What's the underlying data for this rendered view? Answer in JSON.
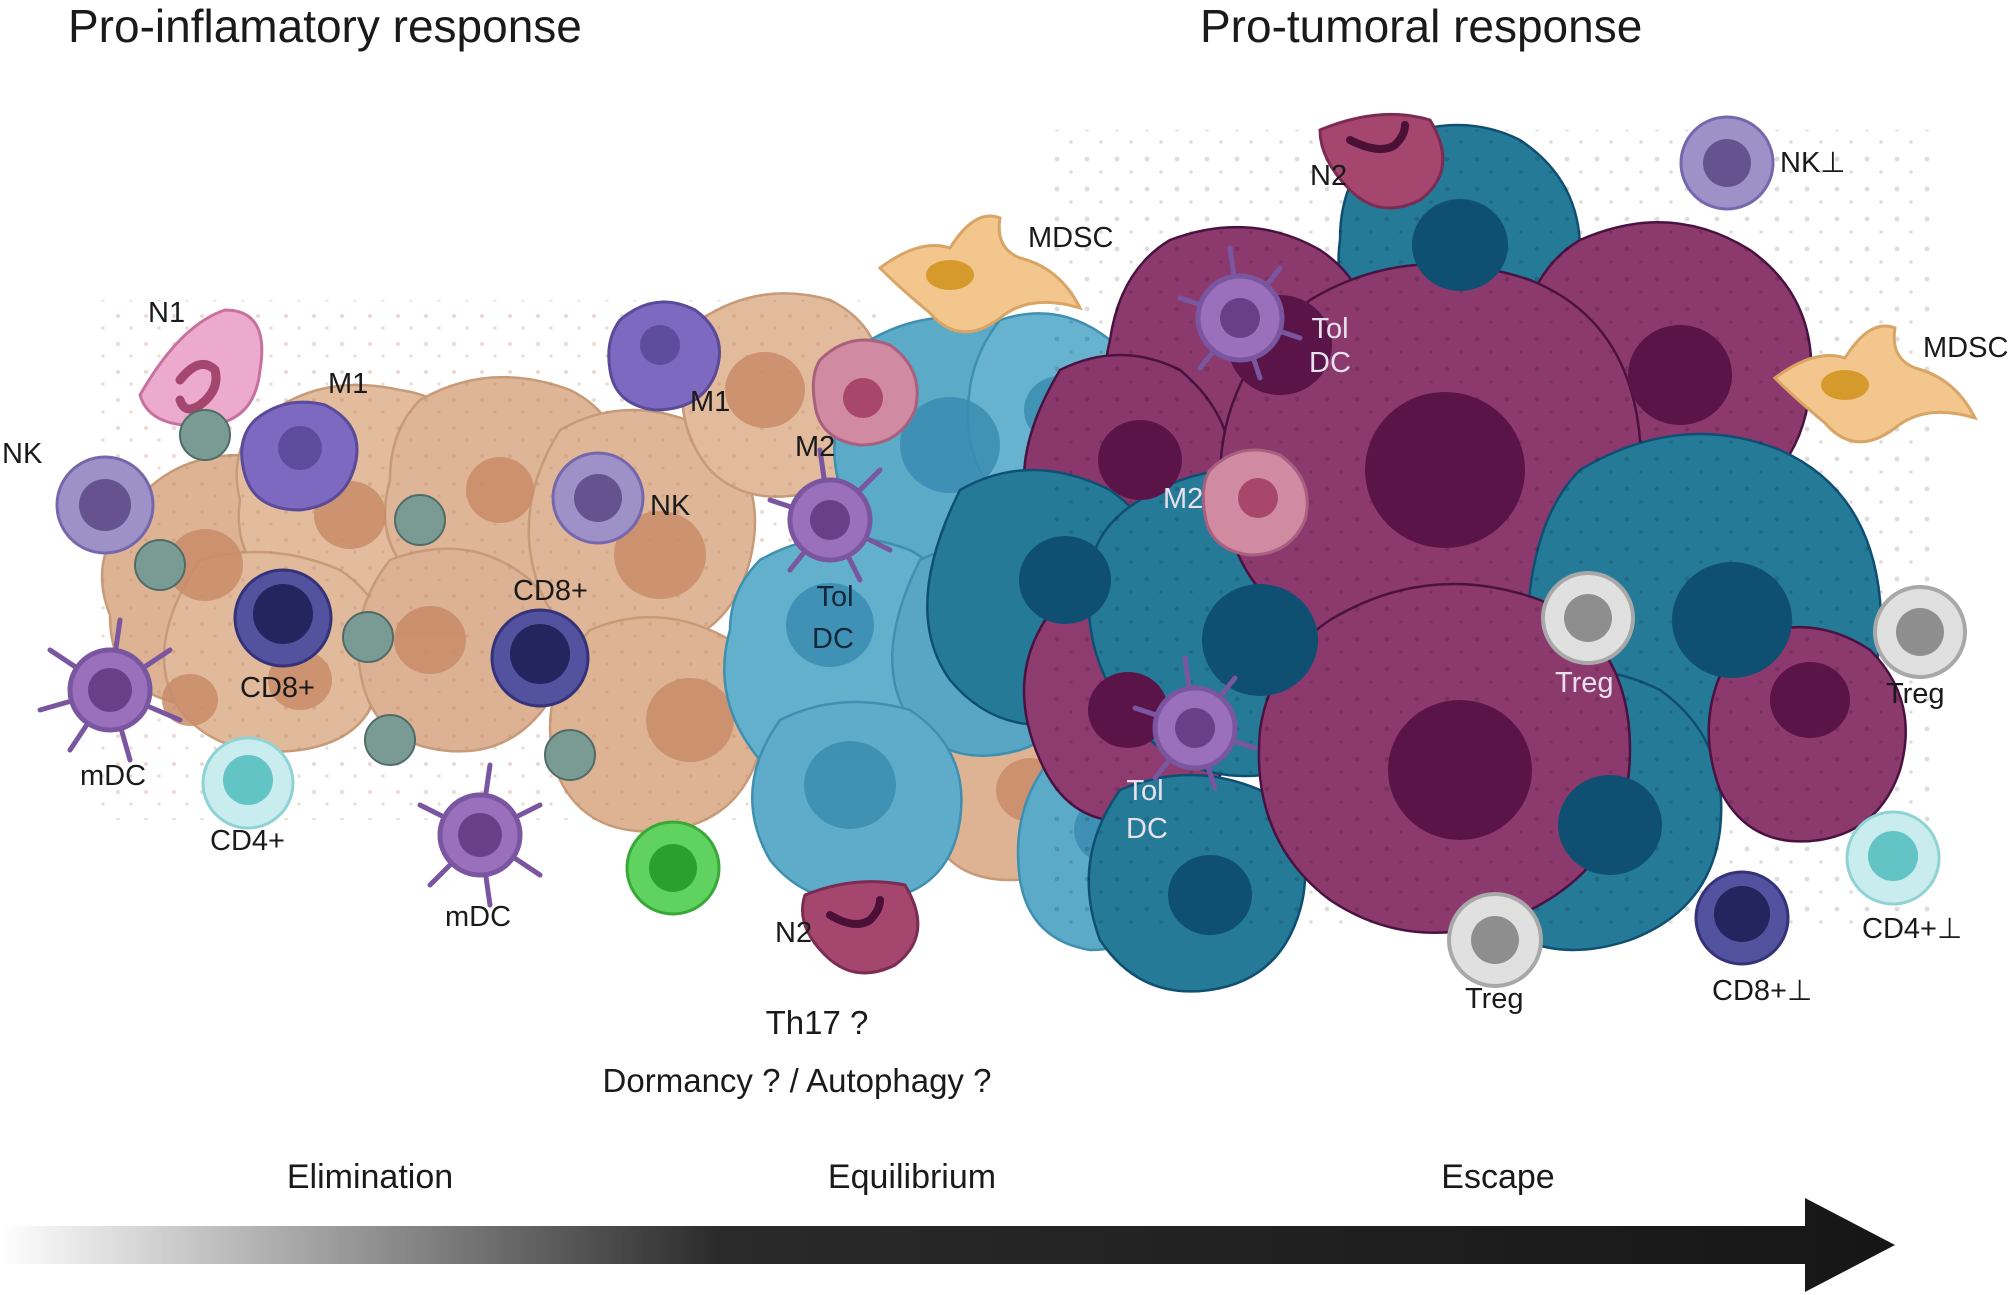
{
  "headings": {
    "left": "Pro-inflamatory  response",
    "right": "Pro-tumoral  response"
  },
  "cell_labels": {
    "nk_left": "NK",
    "n1": "N1",
    "m1_left": "M1",
    "m1_mid": "M1",
    "nk_mid": "NK",
    "cd8_a": "CD8+",
    "cd8_b": "CD8+",
    "mdc_left": "mDC",
    "cd4": "CD4+",
    "mdc_bottom": "mDC",
    "m2_mid": "M2",
    "tol_dc_mid": [
      "Tol",
      "DC"
    ],
    "n2_bottom": "N2",
    "mdsc_top": "MDSC",
    "n2_top": "N2",
    "tol_dc_top": [
      "Tol",
      "DC"
    ],
    "m2_right": "M2",
    "tol_dc_low": [
      "Tol",
      "DC"
    ],
    "nk_suppressed": "NK⊥",
    "mdsc_right": "MDSC",
    "treg_center": "Treg",
    "treg_right": "Treg",
    "treg_bottom": "Treg",
    "cd8_suppressed": "CD8+⊥",
    "cd4_suppressed": "CD4+⊥"
  },
  "notes": {
    "th17": "Th17 ?",
    "dormancy": "Dormancy ? / Autophagy ?"
  },
  "phases": [
    "Elimination",
    "Equilibrium",
    "Escape"
  ],
  "colors": {
    "tumor_tan": "#deb393",
    "tumor_tan_nucleus": "#c98c68",
    "tumor_light_blue": "#5aaac8",
    "tumor_teal": "#257a98",
    "tumor_teal_nucleus": "#0e4f72",
    "tumor_magenta": "#8c3a6e",
    "tumor_magenta_nucleus": "#5a1448",
    "nk_cell": "#8e80c0",
    "macrophage_m1": "#7d6ac0",
    "macrophage_m2": "#d08aa2",
    "dendritic": "#9a70bc",
    "cd8_cell": "#3e3d8e",
    "cd4_cell": "#9fdcd8",
    "treg_cell": "#a8a8a8",
    "neutrophil": "#a5466e",
    "mdsc": "#f2c68c",
    "green_cell": "#4cc14e",
    "arrow": "#1c1c1c"
  }
}
